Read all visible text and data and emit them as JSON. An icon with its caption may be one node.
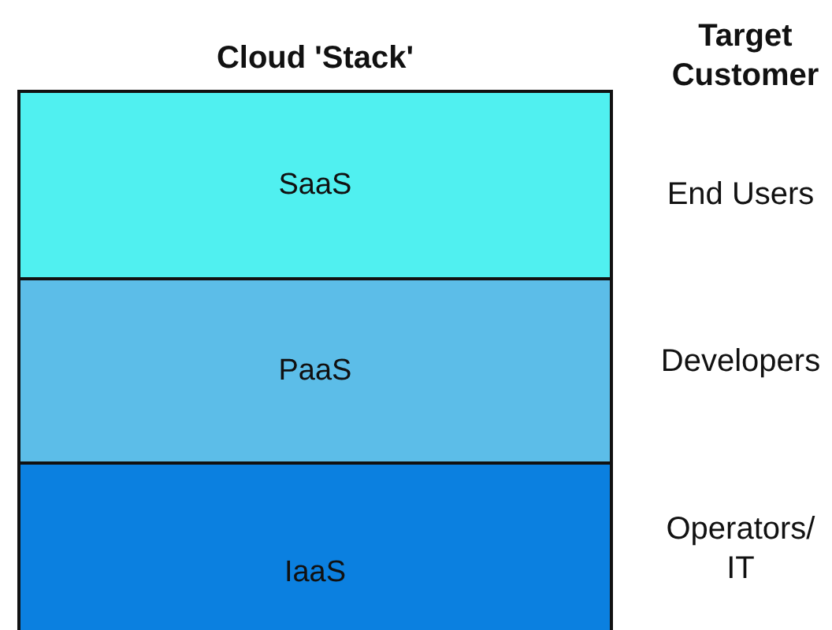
{
  "diagram": {
    "title": "Cloud 'Stack'",
    "nodes": [
      {
        "text": [
          "SaaS"
        ],
        "beside": [
          "End Users"
        ]
      },
      {
        "text": [
          "PaaS"
        ],
        "beside": [
          "Developers"
        ]
      },
      {
        "text": [
          "IaaS"
        ],
        "beside": [
          "Operators/ IT"
        ]
      }
    ],
    "labels": [
      "Target Customer"
    ]
  }
}
